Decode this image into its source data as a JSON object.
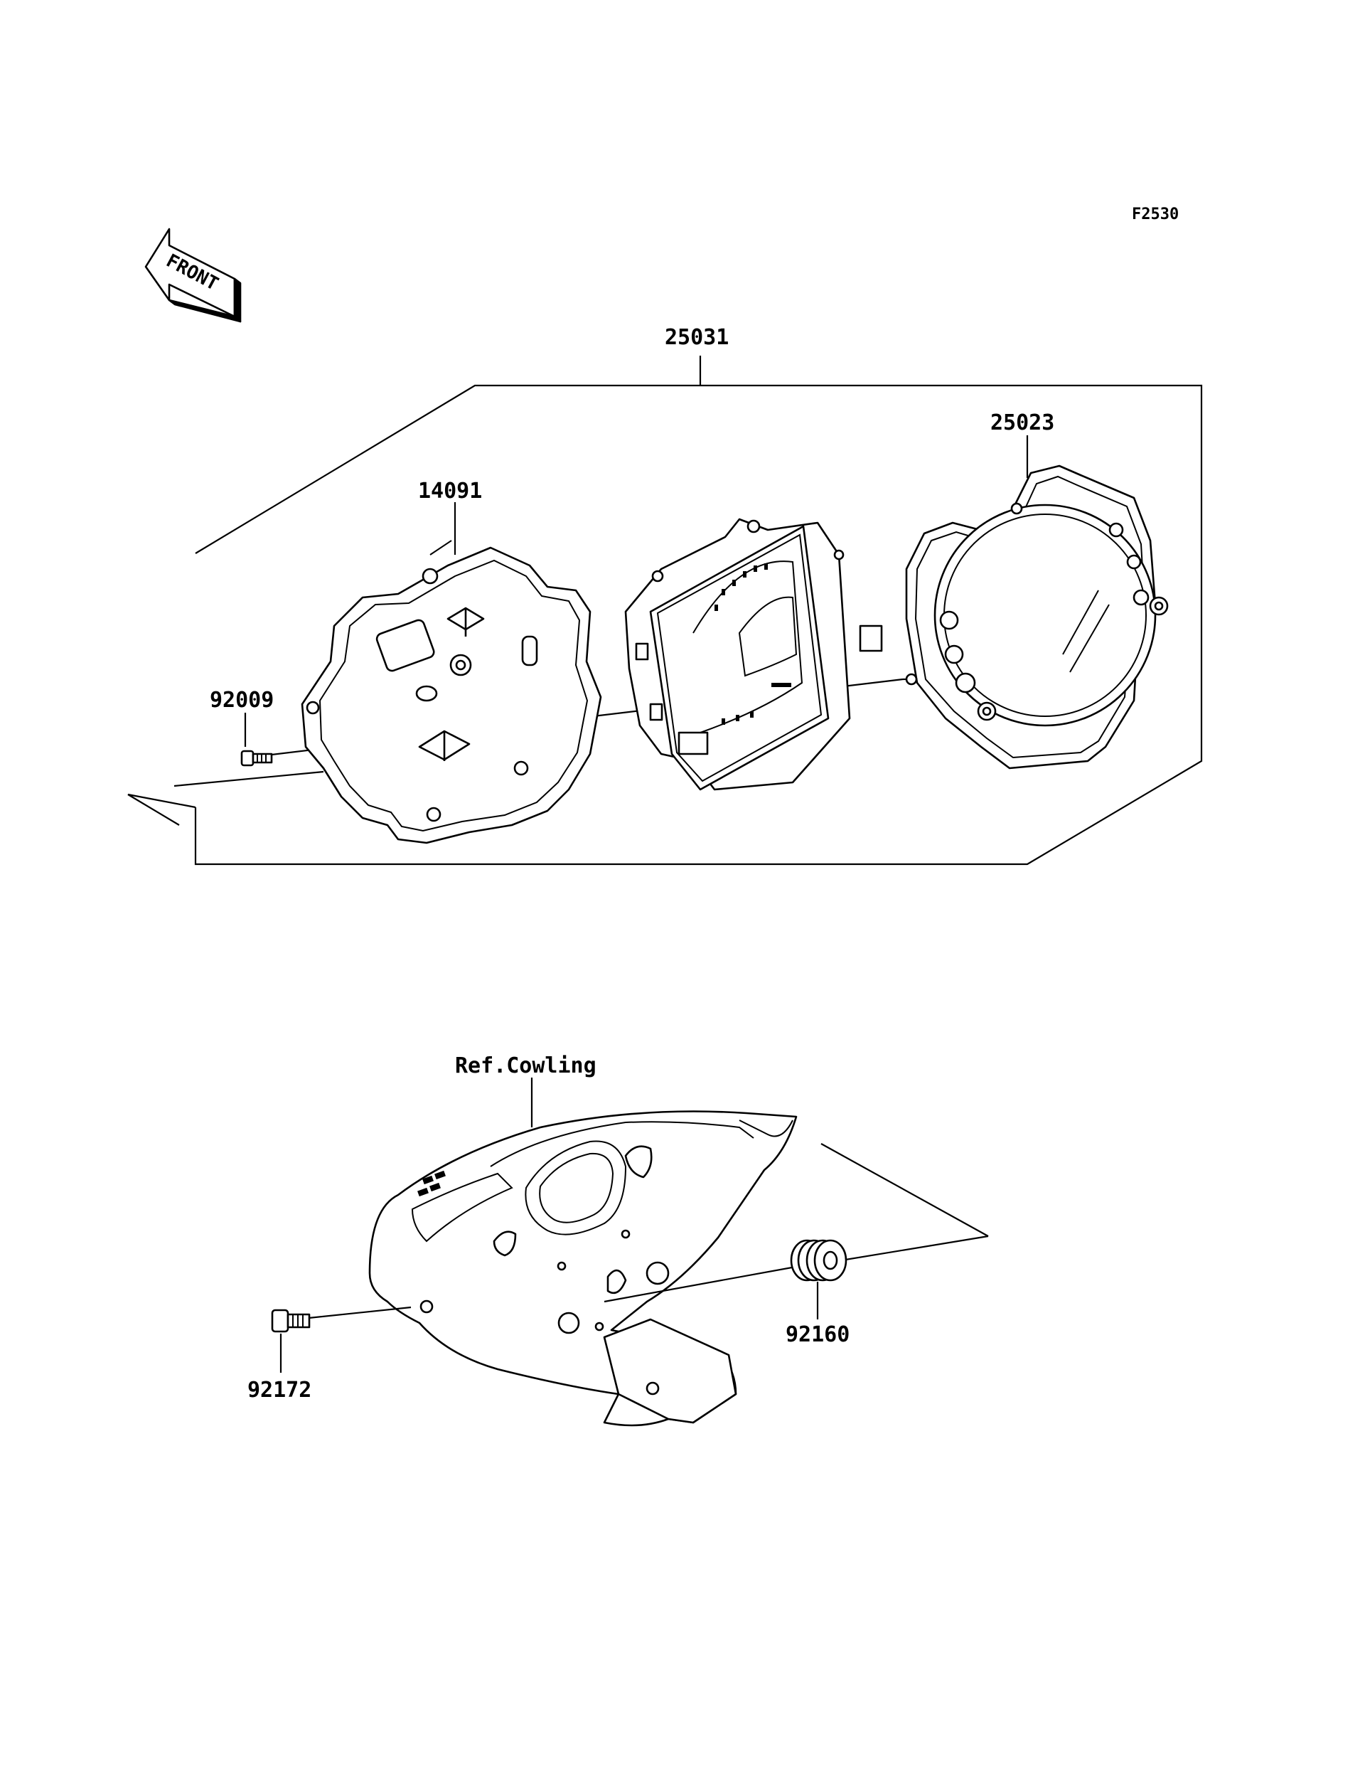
{
  "figure_code": "F2530",
  "front_label": "FRONT",
  "labels": {
    "assembly": "25031",
    "case_lower": "14091",
    "case_upper": "25023",
    "screw_meter": "92009",
    "ref_cowling": "Ref.Cowling",
    "grommet": "92160",
    "bolt": "92172"
  }
}
